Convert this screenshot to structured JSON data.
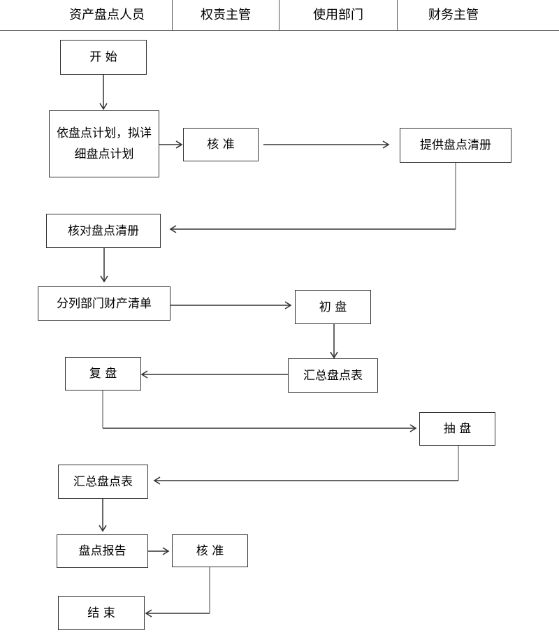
{
  "lanes": [
    "资产盘点人员",
    "权责主管",
    "使用部门",
    "财务主管"
  ],
  "nodes": {
    "start": "开  始",
    "draft_plan": "依盘点计划，拟详细盘点计划",
    "approve_1": "核  准",
    "provide_list": "提供盘点清册",
    "check_list": "核对盘点清册",
    "dept_list": "分列部门财产清单",
    "initial_count": "初  盘",
    "summary_1": "汇总盘点表",
    "recount": "复  盘",
    "spot_check": "抽  盘",
    "summary_2": "汇总盘点表",
    "report": "盘点报告",
    "approve_2": "核  准",
    "end": "结  束"
  }
}
